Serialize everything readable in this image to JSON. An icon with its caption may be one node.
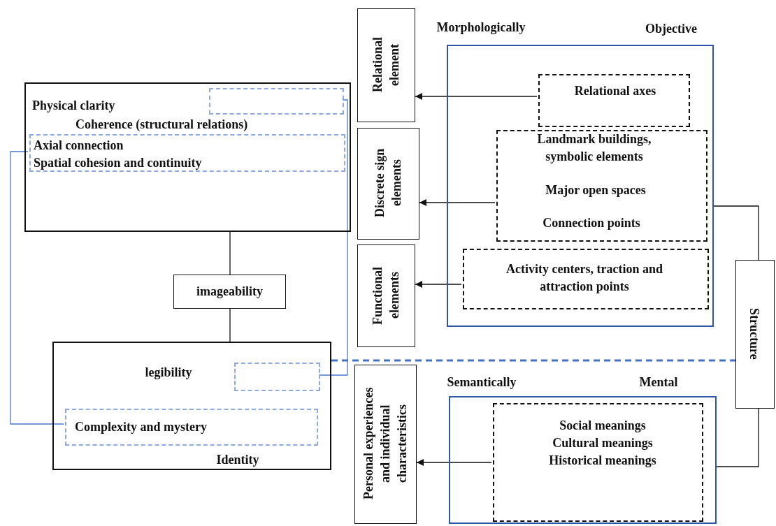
{
  "diagram": {
    "nodes": [
      {
        "text": [
          "Physical clarity",
          "Coherence (structural relations)"
        ]
      },
      {
        "text": [],
        "shape": "box",
        "in": 0
      },
      {
        "text": [
          "Axial connection",
          "Spatial cohesion and continuity"
        ],
        "in": 0
      },
      {
        "text": [
          "imageability"
        ]
      },
      {
        "text": [
          "legibility",
          "Identity"
        ]
      },
      {
        "text": [],
        "shape": "box",
        "in": 4
      },
      {
        "text": [
          "Complexity and mystery"
        ],
        "in": 4
      },
      {
        "text": [
          "Relational element"
        ]
      },
      {
        "text": [
          "Discrete sign elements"
        ]
      },
      {
        "text": [
          "Functional elements"
        ]
      },
      {
        "text": [
          "Personal experiences and individual characteristics"
        ]
      },
      {
        "text": [
          "Objective"
        ]
      },
      {
        "text": [
          "Relational axes"
        ],
        "in": 11
      },
      {
        "text": [
          "Landmark buildings, symbolic elements",
          "Major open spaces",
          "Connection points"
        ],
        "in": 11
      },
      {
        "text": [
          "Activity centers, traction and attraction points"
        ],
        "in": 11
      },
      {
        "text": [
          "Mental"
        ]
      },
      {
        "text": [
          "Social meanings",
          "Cultural meanings",
          "Historical meanings"
        ],
        "in": 15
      },
      {
        "text": [
          "Structure"
        ]
      }
    ],
    "edges": [
      {
        "from": 0,
        "to": 3,
        "arrow": "none"
      },
      {
        "from": 3,
        "to": 4,
        "arrow": "none"
      },
      {
        "from": 12,
        "to": 7,
        "arrow": "to"
      },
      {
        "from": 13,
        "to": 8,
        "arrow": "to"
      },
      {
        "from": 14,
        "to": 9,
        "arrow": "to"
      },
      {
        "from": 16,
        "to": 10,
        "arrow": "to"
      },
      {
        "from": 11,
        "to": 17,
        "arrow": "none"
      },
      {
        "from": 15,
        "to": 17,
        "arrow": "none"
      },
      {
        "from": 1,
        "to": 5,
        "arrow": "none",
        "color": "#4a78cc"
      },
      {
        "from": 2,
        "to": 6,
        "arrow": "none",
        "color": "#4a78cc"
      },
      {
        "from": 4,
        "to": 17,
        "arrow": "none",
        "style": "dashed",
        "color": "#4472c4"
      }
    ],
    "labels": [
      "Morphologically",
      "Semantically"
    ]
  }
}
